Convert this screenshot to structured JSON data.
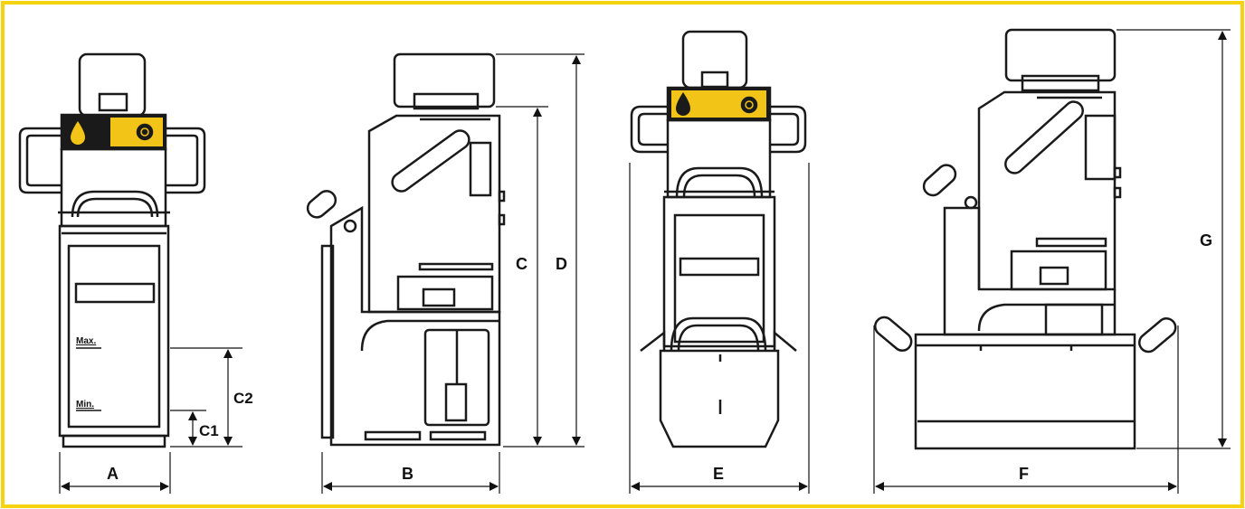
{
  "labels": {
    "A": "A",
    "B": "B",
    "C": "C",
    "D": "D",
    "E": "E",
    "F": "F",
    "G": "G",
    "C1": "C1",
    "C2": "C2",
    "max": "Max.",
    "min": "Min."
  },
  "colors": {
    "frame": "#f5d40f",
    "line": "#1a1a1a",
    "panel_yellow": "#f2c418",
    "panel_dark": "#1a1a1a",
    "background": "#ffffff"
  }
}
